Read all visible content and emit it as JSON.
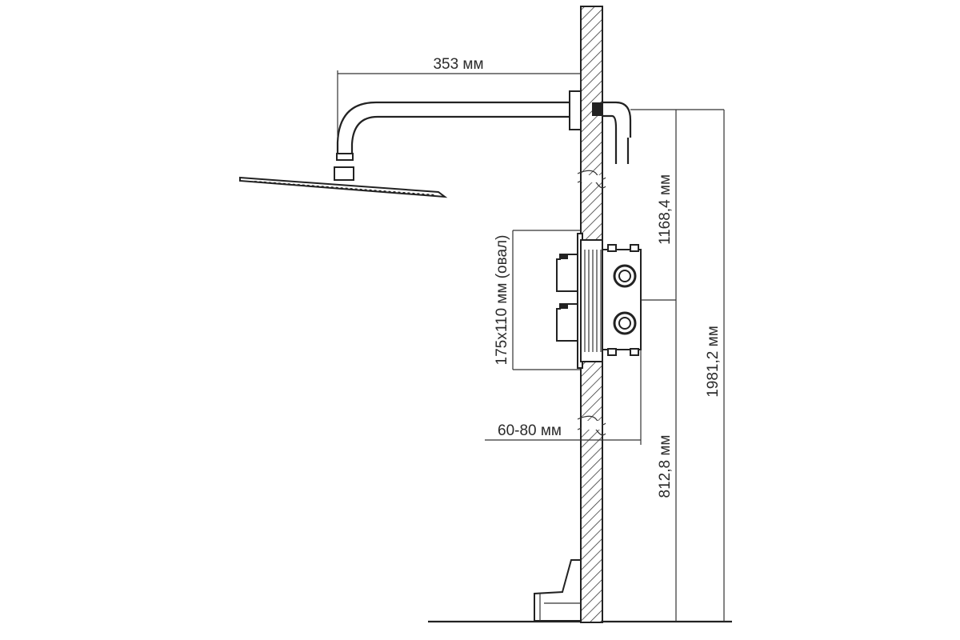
{
  "dimensions": {
    "arm_reach": "353 мм",
    "head_to_valve": "1168,4 мм",
    "valve_size": "175x110 мм (овал)",
    "wall_depth": "60-80 мм",
    "valve_height": "812,8 мм",
    "total_height": "1981,2 мм"
  }
}
